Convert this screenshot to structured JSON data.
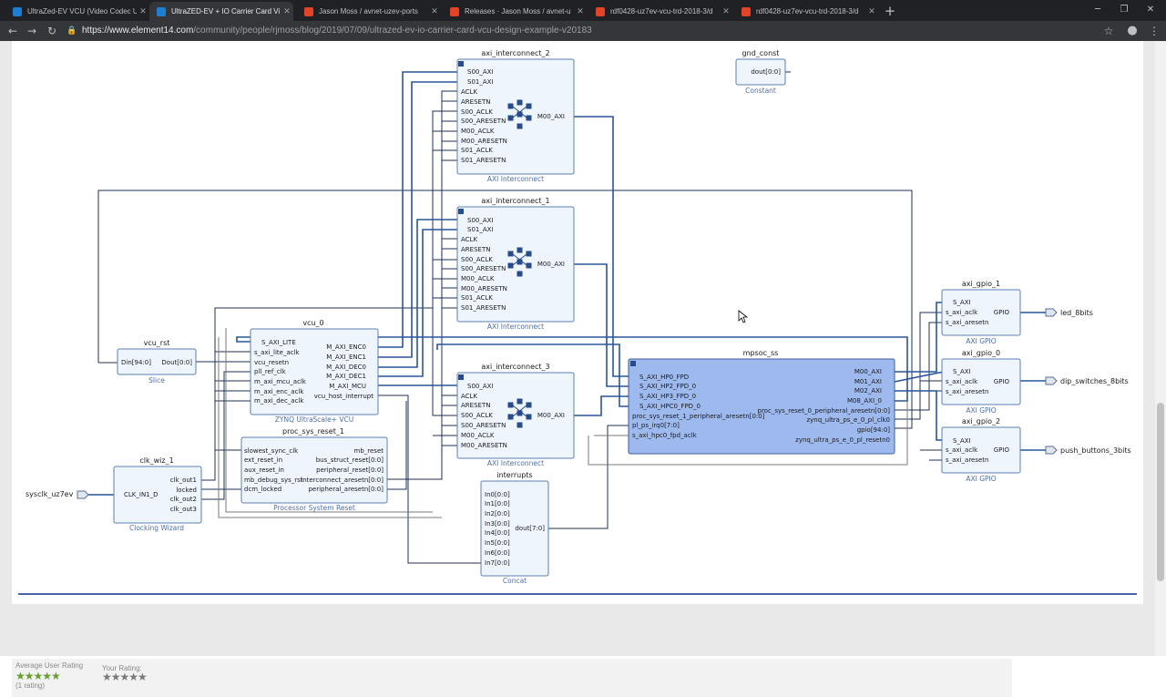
{
  "browser": {
    "tabs": [
      {
        "title": "UltraZed-EV VCU (Video Codec U",
        "icon": "element14-icon",
        "color": "#1e7ed3",
        "active": false
      },
      {
        "title": "UltraZED-EV + IO Carrier Card Vi",
        "icon": "element14-icon",
        "color": "#1e7ed3",
        "active": true
      },
      {
        "title": "Jason Moss / avnet-uzev-ports",
        "icon": "gitlab-icon",
        "color": "#e24329",
        "active": false
      },
      {
        "title": "Releases · Jason Moss / avnet-u",
        "icon": "gitlab-icon",
        "color": "#e24329",
        "active": false
      },
      {
        "title": "rdf0428-uz7ev-vcu-trd-2018-3/d",
        "icon": "gitlab-icon",
        "color": "#e24329",
        "active": false
      },
      {
        "title": "rdf0428-uz7ev-vcu-trd-2018-3/d",
        "icon": "gitlab-icon",
        "color": "#e24329",
        "active": false
      }
    ],
    "url_host": "https://www.element14.com",
    "url_path": "/community/people/rjmoss/blog/2019/07/09/ultrazed-ev-io-carrier-card-vcu-design-example-v20183"
  },
  "diagram": {
    "blocks": {
      "axi_interconnect_2": {
        "name": "axi_interconnect_2",
        "type": "AXI Interconnect",
        "ports_in": [
          "S00_AXI",
          "S01_AXI",
          "ACLK",
          "ARESETN",
          "S00_ACLK",
          "S00_ARESETN",
          "M00_ACLK",
          "M00_ARESETN",
          "S01_ACLK",
          "S01_ARESETN"
        ],
        "ports_out": [
          "M00_AXI"
        ]
      },
      "axi_interconnect_1": {
        "name": "axi_interconnect_1",
        "type": "AXI Interconnect",
        "ports_in": [
          "S00_AXI",
          "S01_AXI",
          "ACLK",
          "ARESETN",
          "S00_ACLK",
          "S00_ARESETN",
          "M00_ACLK",
          "M00_ARESETN",
          "S01_ACLK",
          "S01_ARESETN"
        ],
        "ports_out": [
          "M00_AXI"
        ]
      },
      "axi_interconnect_3": {
        "name": "axi_interconnect_3",
        "type": "AXI Interconnect",
        "ports_in": [
          "S00_AXI",
          "ACLK",
          "ARESETN",
          "S00_ACLK",
          "S00_ARESETN",
          "M00_ACLK",
          "M00_ARESETN"
        ],
        "ports_out": [
          "M00_AXI"
        ]
      },
      "gnd_const": {
        "name": "gnd_const",
        "type": "Constant",
        "ports_out": [
          "dout[0:0]"
        ]
      },
      "vcu_rst": {
        "name": "vcu_rst",
        "type": "Slice",
        "ports_in": [
          "Din[94:0]"
        ],
        "ports_out": [
          "Dout[0:0]"
        ]
      },
      "vcu_0": {
        "name": "vcu_0",
        "type": "ZYNQ UltraScale+ VCU",
        "ports_in": [
          "S_AXI_LITE",
          "s_axi_lite_aclk",
          "vcu_resetn",
          "pll_ref_clk",
          "m_axi_mcu_aclk",
          "m_axi_enc_aclk",
          "m_axi_dec_aclk"
        ],
        "ports_out": [
          "M_AXI_ENC0",
          "M_AXI_ENC1",
          "M_AXI_DEC0",
          "M_AXI_DEC1",
          "M_AXI_MCU",
          "vcu_host_interrupt"
        ]
      },
      "proc_sys_reset_1": {
        "name": "proc_sys_reset_1",
        "type": "Processor System Reset",
        "ports_in": [
          "slowest_sync_clk",
          "ext_reset_in",
          "aux_reset_in",
          "mb_debug_sys_rst",
          "dcm_locked"
        ],
        "ports_out": [
          "mb_reset",
          "bus_struct_reset[0:0]",
          "peripheral_reset[0:0]",
          "interconnect_aresetn[0:0]",
          "peripheral_aresetn[0:0]"
        ]
      },
      "clk_wiz_1": {
        "name": "clk_wiz_1",
        "type": "Clocking Wizard",
        "ports_in": [
          "CLK_IN1_D"
        ],
        "ports_out": [
          "clk_out1",
          "locked",
          "clk_out2",
          "clk_out3"
        ]
      },
      "mpsoc_ss": {
        "name": "mpsoc_ss",
        "ports_in": [
          "S_AXI_HP0_FPD",
          "S_AXI_HP2_FPD_0",
          "S_AXI_HP3_FPD_0",
          "S_AXI_HPC0_FPD_0",
          "proc_sys_reset_1_peripheral_aresetn[0:0]",
          "pl_ps_irq0[7:0]",
          "s_axi_hpc0_fpd_aclk"
        ],
        "ports_out": [
          "M00_AXI",
          "M01_AXI",
          "M02_AXI",
          "M08_AXI_0",
          "proc_sys_reset_0_peripheral_aresetn[0:0]",
          "zynq_ultra_ps_e_0_pl_clk0",
          "gpio[94:0]",
          "zynq_ultra_ps_e_0_pl_resetn0"
        ]
      },
      "interrupts": {
        "name": "interrupts",
        "type": "Concat",
        "ports_in": [
          "In0[0:0]",
          "In1[0:0]",
          "In2[0:0]",
          "In3[0:0]",
          "In4[0:0]",
          "In5[0:0]",
          "In6[0:0]",
          "In7[0:0]"
        ],
        "ports_out": [
          "dout[7:0]"
        ]
      },
      "axi_gpio_1": {
        "name": "axi_gpio_1",
        "type": "AXI GPIO",
        "ports_in": [
          "S_AXI",
          "s_axi_aclk",
          "s_axi_aresetn"
        ],
        "ports_out": [
          "GPIO"
        ]
      },
      "axi_gpio_0": {
        "name": "axi_gpio_0",
        "type": "AXI GPIO",
        "ports_in": [
          "S_AXI",
          "s_axi_aclk",
          "s_axi_aresetn"
        ],
        "ports_out": [
          "GPIO"
        ]
      },
      "axi_gpio_2": {
        "name": "axi_gpio_2",
        "type": "AXI GPIO",
        "ports_in": [
          "S_AXI",
          "s_axi_aclk",
          "s_axi_aresetn"
        ],
        "ports_out": [
          "GPIO"
        ]
      }
    },
    "external_ports": {
      "sysclk": "sysclk_uz7ev",
      "leds": "led_8bits",
      "dips": "dip_switches_8bits",
      "buttons": "push_buttons_3bits"
    },
    "colors": {
      "block": "#eef5fd",
      "selected_block": "#9db9ee",
      "bus": "#29559a",
      "wire": "#1f2f55"
    }
  },
  "rating": {
    "average_label": "Average User Rating",
    "count": "(1 rating)",
    "your_label": "Your Rating:"
  }
}
